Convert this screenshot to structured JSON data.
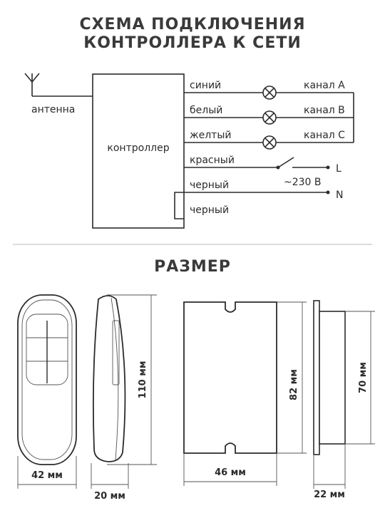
{
  "title_line1": "СХЕМА ПОДКЛЮЧЕНИЯ",
  "title_line2": "КОНТРОЛЛЕРА К СЕТИ",
  "size_title": "РАЗМЕР",
  "wiring": {
    "antenna": "антенна",
    "controller": "контроллер",
    "wires": [
      "синий",
      "белый",
      "желтый",
      "красный",
      "черный",
      "черный"
    ],
    "channels": [
      "канал A",
      "канал B",
      "канал C"
    ],
    "line_l": "L",
    "line_n": "N",
    "voltage": "~230 В"
  },
  "dimensions": {
    "remote_width": "42 мм",
    "remote_depth": "20 мм",
    "remote_height": "110 мм",
    "controller_width": "46 мм",
    "controller_height": "82 мм",
    "controller_side_height": "70 мм",
    "controller_depth": "22 мм"
  }
}
